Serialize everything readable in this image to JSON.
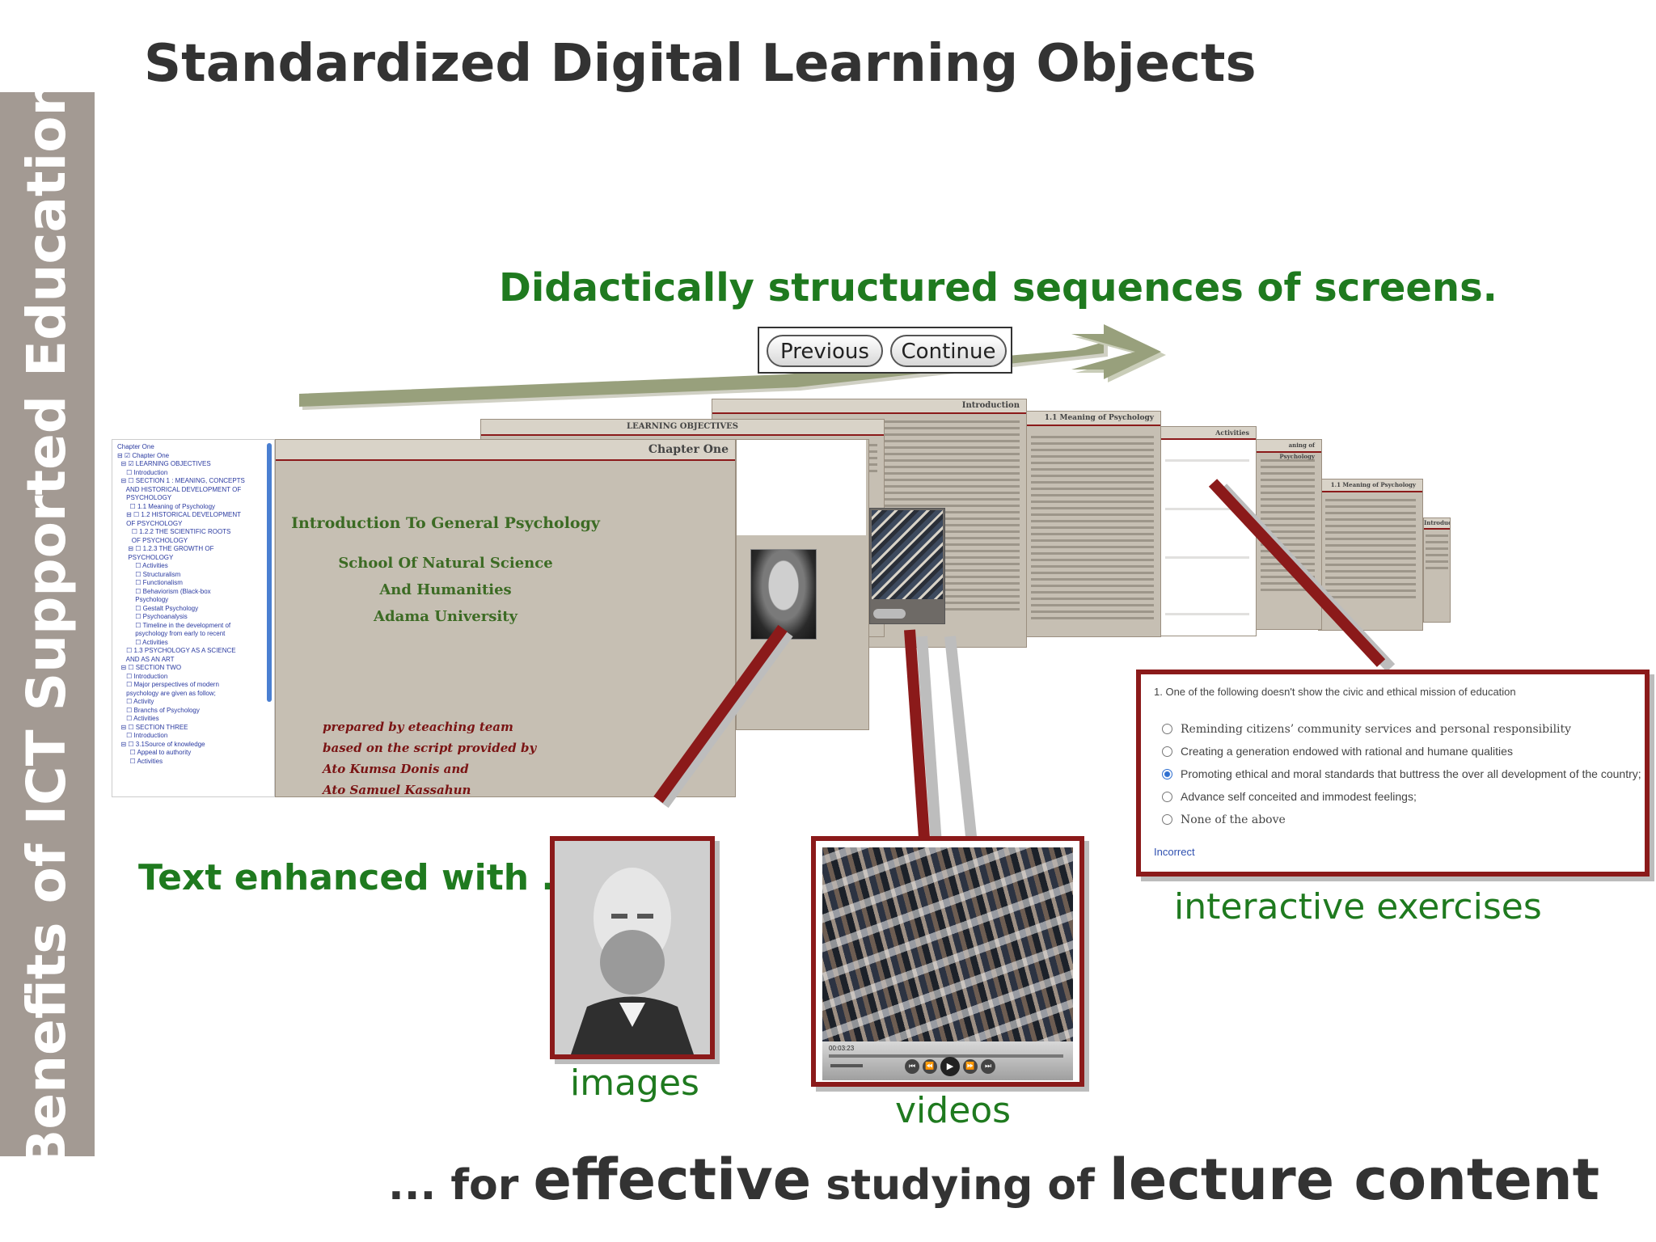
{
  "sidebar": {
    "label": "Benefits of ICT Supported Education"
  },
  "title": "Standardized Digital Learning Objects",
  "headline": "Didactically structured sequences of screens.",
  "navigation": {
    "previous_label": "Previous",
    "continue_label": "Continue"
  },
  "text_enhanced": "Text enhanced with ...",
  "media_labels": {
    "images": "images",
    "videos": "videos",
    "exercises": "interactive exercises"
  },
  "bottom_line": {
    "p1": "... for ",
    "p2": "effective",
    "p3": " studying of ",
    "p4": "lecture content"
  },
  "toc": [
    "Chapter One",
    "⊟ ☑ Chapter One",
    "  ⊟ ☑ LEARNING OBJECTIVES",
    "     ☐ Introduction",
    "  ⊟ ☐ SECTION 1 : MEANING, CONCEPTS",
    "     AND HISTORICAL DEVELOPMENT OF",
    "     PSYCHOLOGY",
    "       ☐ 1.1 Meaning of Psychology",
    "     ⊟ ☐ 1.2 HISTORICAL DEVELOPMENT",
    "     OF PSYCHOLOGY",
    "        ☐ 1.2.2 THE SCIENTIFIC ROOTS",
    "        OF PSYCHOLOGY",
    "      ⊟ ☐ 1.2.3 THE GROWTH OF",
    "      PSYCHOLOGY",
    "          ☐ Activities",
    "          ☐ Structuralism",
    "          ☐ Functionalism",
    "          ☐ Behaviorism (Black-box",
    "          Psychology",
    "          ☐ Gestalt Psychology",
    "          ☐ Psychoanalysis",
    "          ☐ Timeline in the development of",
    "          psychology from early to recent",
    "          ☐ Activities",
    "     ☐ 1.3 PSYCHOLOGY AS A SCIENCE",
    "     AND AS AN ART",
    "  ⊟ ☐ SECTION TWO",
    "     ☐ Introduction",
    "     ☐ Major perspectives of modern",
    "     psychology are given as follow;",
    "     ☐ Activity",
    "     ☐ Branchs of Psychology",
    "     ☐ Activities",
    "  ⊟ ☐ SECTION THREE",
    "     ☐ Introduction",
    "  ⊟ ☐ 3.1Source of knowledge",
    "       ☐ Appeal to authority",
    "       ☐ Activities"
  ],
  "main_screen": {
    "header": "Chapter One",
    "course": "Introduction To General Psychology",
    "school_1": "School Of Natural Science",
    "school_2": "And Humanities",
    "university": "Adama University",
    "credit_1": "prepared by eteaching team",
    "credit_2": "based on the script provided by",
    "credit_3": "Ato Kumsa Donis and",
    "credit_4": "Ato Samuel Kassahun"
  },
  "screen_headers": {
    "objectives": "LEARNING OBJECTIVES",
    "introduction": "Introduction",
    "meaning": "1.1 Meaning of Psychology",
    "activities": "Activities",
    "meaning_2": "aning of Psychology",
    "meaning_3": "1.1 Meaning of Psychology",
    "introduction_2": "Introduction"
  },
  "quiz": {
    "question": "1. One of the following doesn't show the civic and ethical mission of education",
    "options": [
      "Reminding citizens’ community services and personal responsibility",
      "Creating a generation endowed with rational and humane qualities",
      "Promoting ethical and moral standards that buttress the over all development of the country;",
      "Advance self conceited and immodest feelings;",
      "None of the above"
    ],
    "selected_index": 2,
    "feedback": "Incorrect"
  },
  "video": {
    "time": "00:03:23"
  },
  "colors": {
    "accent_red": "#8b1a1a",
    "green": "#1f7a1f",
    "sidebar": "#a39a93",
    "screen": "#c6bfb3"
  }
}
